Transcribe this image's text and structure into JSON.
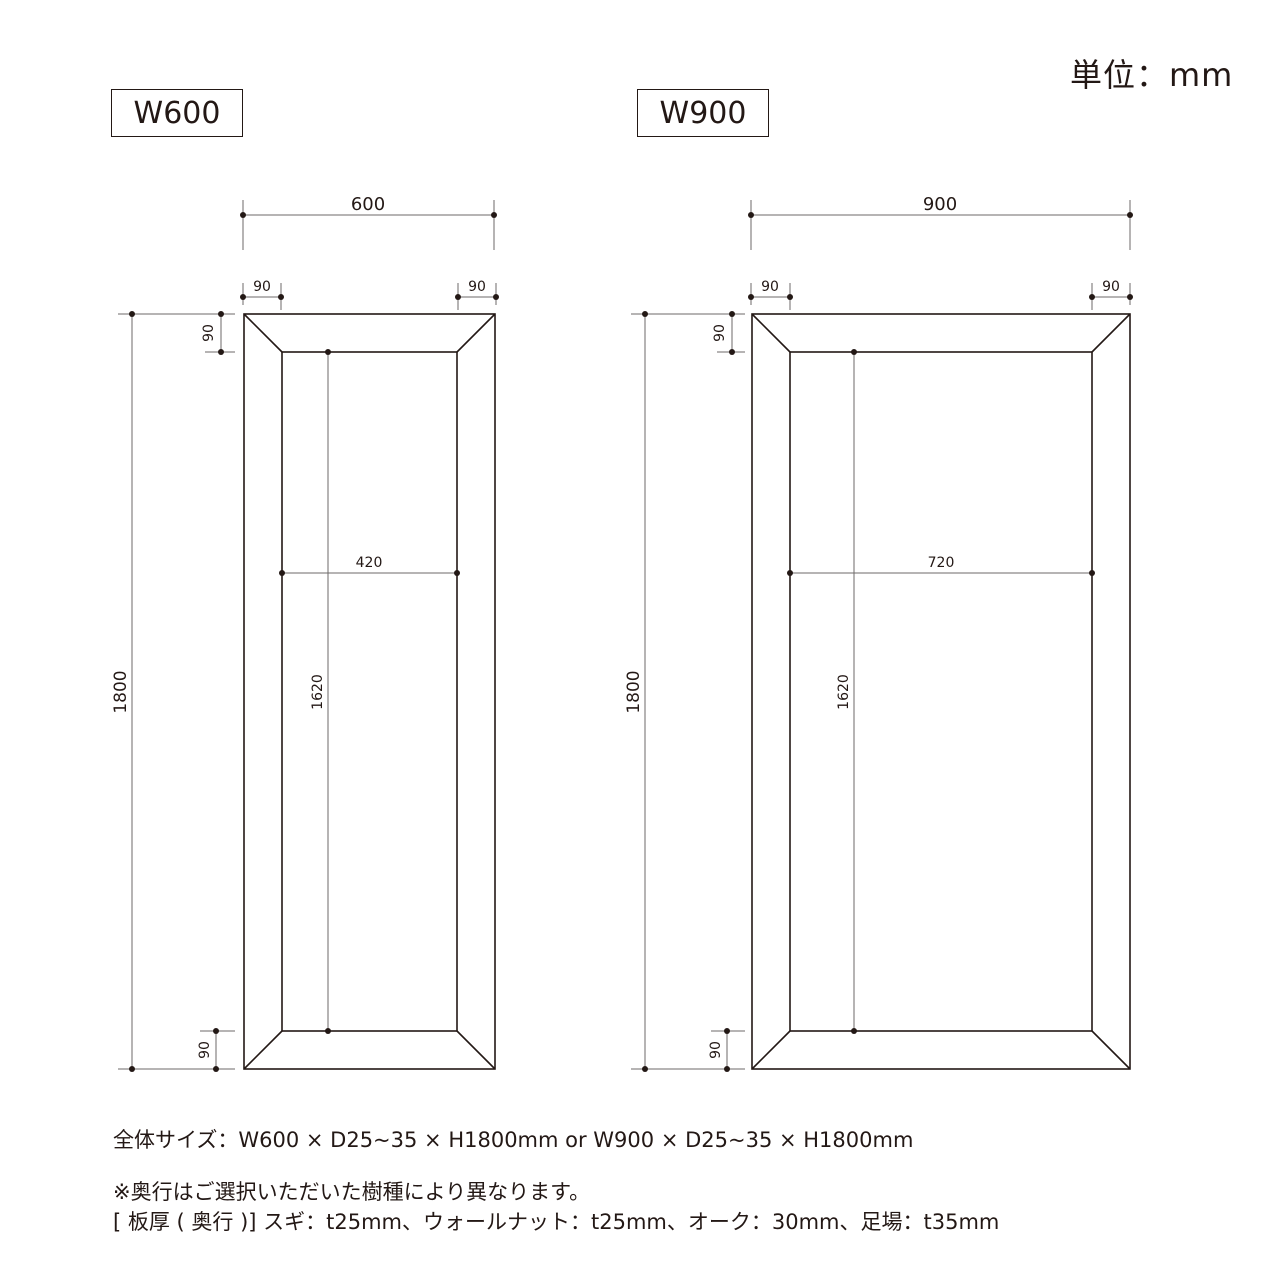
{
  "unit_label": "単位：mm",
  "models": [
    {
      "tag": "W600",
      "overall_width": "600",
      "border_left": "90",
      "border_right": "90",
      "border_top": "90",
      "border_bottom": "90",
      "inner_width": "420",
      "inner_height": "1620",
      "overall_height": "1800"
    },
    {
      "tag": "W900",
      "overall_width": "900",
      "border_left": "90",
      "border_right": "90",
      "border_top": "90",
      "border_bottom": "90",
      "inner_width": "720",
      "inner_height": "1620",
      "overall_height": "1800"
    }
  ],
  "notes": {
    "overall_size": "全体サイズ：W600 × D25~35 × H1800mm or W900 × D25~35 × H1800mm",
    "depth_note": "※奥行はご選択いただいた樹種により異なります。",
    "thickness": "[ 板厚 ( 奥行 )] スギ：t25mm、ウォールナット：t25mm、オーク：30mm、足場：t35mm"
  },
  "colors": {
    "ink": "#231815",
    "dim_line": "#6e6a68"
  }
}
